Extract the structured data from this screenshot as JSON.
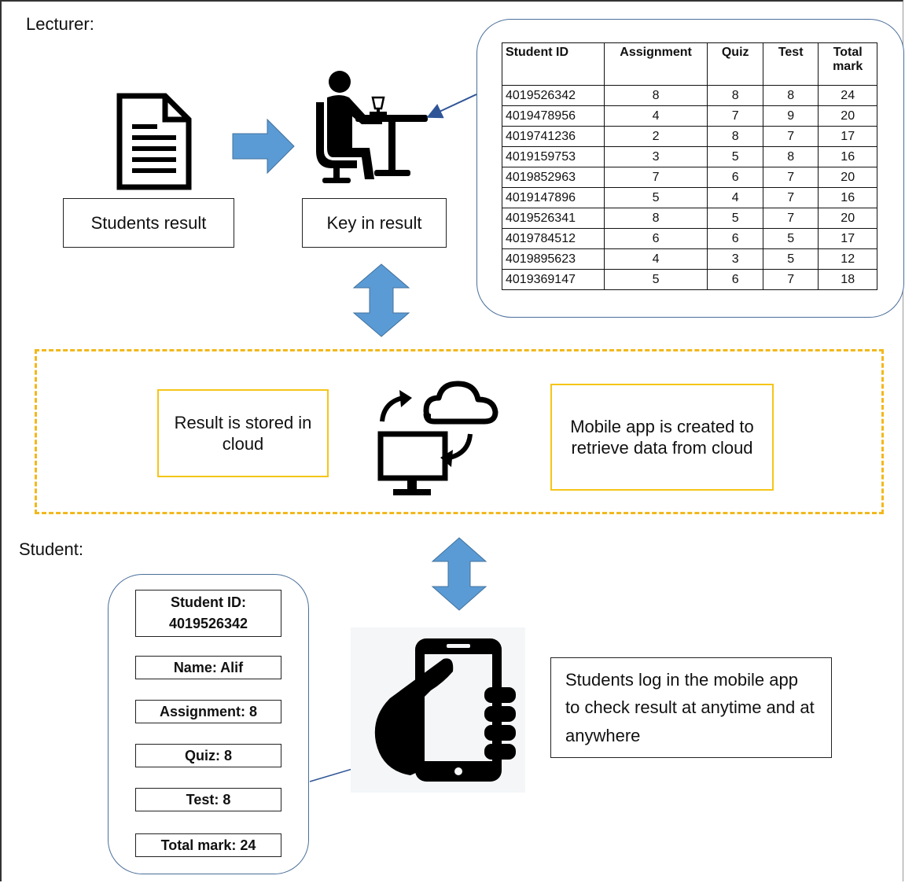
{
  "lecturer_label": "Lecturer:",
  "student_label": "Student:",
  "students_result_label": "Students result",
  "key_in_label": "Key in result",
  "table": {
    "headers": [
      "Student ID",
      "Assignment",
      "Quiz",
      "Test",
      "Total mark"
    ],
    "rows": [
      [
        "4019526342",
        "8",
        "8",
        "8",
        "24"
      ],
      [
        "4019478956",
        "4",
        "7",
        "9",
        "20"
      ],
      [
        "4019741236",
        "2",
        "8",
        "7",
        "17"
      ],
      [
        "4019159753",
        "3",
        "5",
        "8",
        "16"
      ],
      [
        "4019852963",
        "7",
        "6",
        "7",
        "20"
      ],
      [
        "4019147896",
        "5",
        "4",
        "7",
        "16"
      ],
      [
        "4019526341",
        "8",
        "5",
        "7",
        "20"
      ],
      [
        "4019784512",
        "6",
        "6",
        "5",
        "17"
      ],
      [
        "4019895623",
        "4",
        "3",
        "5",
        "12"
      ],
      [
        "4019369147",
        "5",
        "6",
        "7",
        "18"
      ]
    ]
  },
  "cloud_stored_label": "Result is stored in cloud",
  "mobile_app_label": "Mobile app is created to retrieve data from cloud",
  "student_card": {
    "student_id": "Student ID: 4019526342",
    "name": "Name: Alif",
    "assignment": "Assignment: 8",
    "quiz": "Quiz: 8",
    "test": "Test: 8",
    "total": "Total mark: 24"
  },
  "student_login_label": "Students log in the mobile app to check result at anytime and at anywhere",
  "icons": [
    "document-icon",
    "lecturer-at-desk-icon",
    "cloud-sync-icon",
    "hand-phone-icon"
  ],
  "colors": {
    "arrow_blue": "#5b9bd5",
    "dashed_yellow": "#f2b81c",
    "box_yellow": "#f5c518",
    "rounded_border": "#4a6f9a"
  }
}
